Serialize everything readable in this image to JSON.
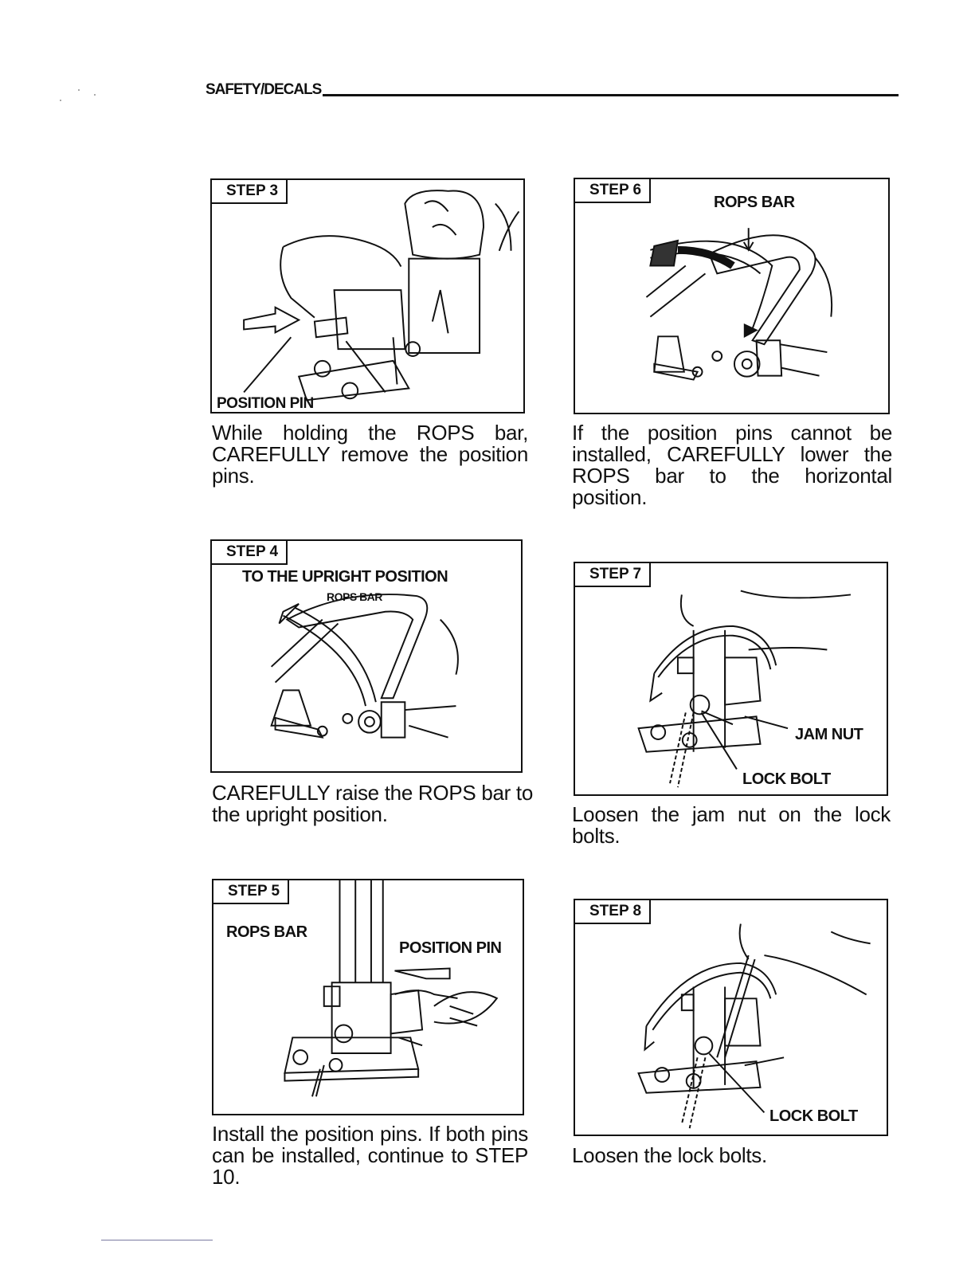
{
  "header": {
    "title": "SAFETY/DECALS"
  },
  "steps": {
    "s3": {
      "tab": "STEP 3",
      "labels": {
        "position_pin": "POSITION PIN"
      },
      "caption": "While holding the ROPS bar, CAREFULLY remove the position pins."
    },
    "s4": {
      "tab": "STEP 4",
      "labels": {
        "upright": "TO THE UPRIGHT POSITION",
        "rops_bar": "ROPS BAR"
      },
      "caption": "CAREFULLY raise the ROPS bar to the upright position."
    },
    "s5": {
      "tab": "STEP 5",
      "labels": {
        "rops_bar": "ROPS BAR",
        "position_pin": "POSITION PIN"
      },
      "caption": "Install the position pins. If both pins can be installed, continue to STEP 10."
    },
    "s6": {
      "tab": "STEP 6",
      "labels": {
        "rops_bar": "ROPS BAR"
      },
      "caption": "If the position pins cannot be installed, CAREFULLY lower the ROPS bar to the horizontal position."
    },
    "s7": {
      "tab": "STEP 7",
      "labels": {
        "jam_nut": "JAM NUT",
        "lock_bolt": "LOCK BOLT"
      },
      "caption": "Loosen the jam nut on the lock bolts."
    },
    "s8": {
      "tab": "STEP 8",
      "labels": {
        "lock_bolt": "LOCK BOLT"
      },
      "caption": "Loosen the lock bolts."
    }
  }
}
